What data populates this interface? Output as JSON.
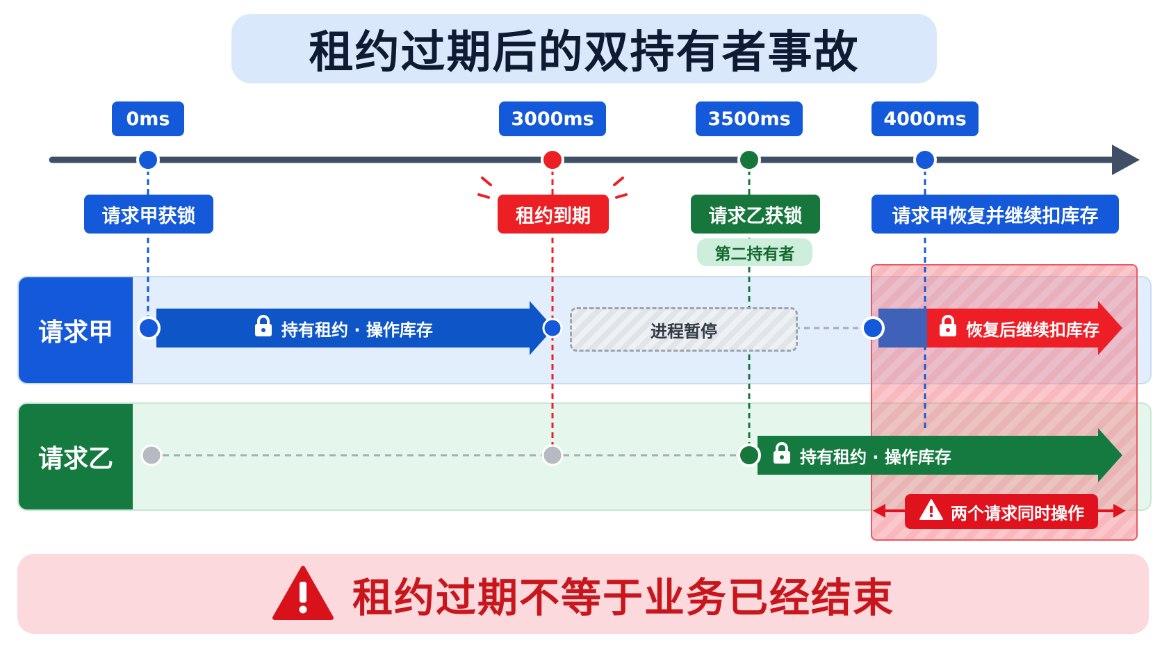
{
  "title": "租约过期后的双持有者事故",
  "timeline": {
    "ticks": [
      {
        "label": "0ms",
        "dot_color": "#1459d9"
      },
      {
        "label": "3000ms",
        "dot_color": "#ec2024"
      },
      {
        "label": "3500ms",
        "dot_color": "#16763c"
      },
      {
        "label": "4000ms",
        "dot_color": "#1459d9"
      }
    ],
    "axis_color": "#3e4f66"
  },
  "events": {
    "a_acquire": "请求甲获锁",
    "lease_expire": "租约到期",
    "b_acquire": "请求乙获锁",
    "b_acquire_sub": "第二持有者",
    "a_resume": "请求甲恢复并继续扣库存"
  },
  "lanes": {
    "a": {
      "label": "请求甲",
      "hold_bar": "持有租约 · 操作库存",
      "pause": "进程暂停",
      "resume_bar": "恢复后继续扣库存"
    },
    "b": {
      "label": "请求乙",
      "hold_bar": "持有租约 · 操作库存"
    }
  },
  "warning": {
    "concurrent": "两个请求同时操作"
  },
  "conclusion": "租约过期不等于业务已经结束",
  "colors": {
    "blue": "#1459d9",
    "red": "#ec2024",
    "green": "#16763c",
    "gray": "#a8adb5"
  }
}
